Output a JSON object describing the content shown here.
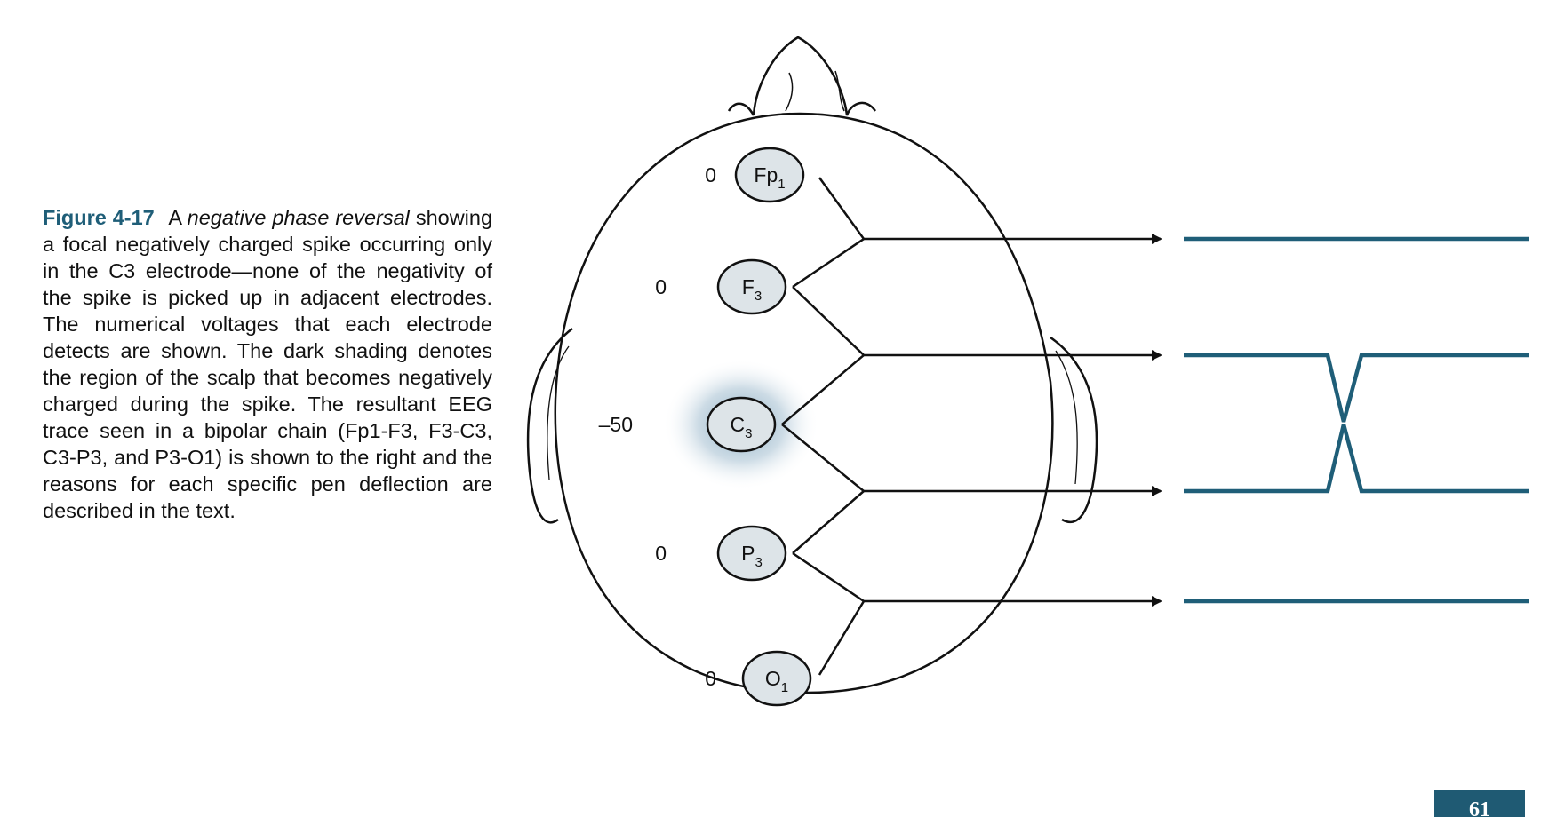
{
  "caption": {
    "figure_number": "Figure 4-17",
    "lead": "A",
    "italic_term": "negative phase reversal",
    "body": "showing a focal negatively charged spike occurring only in the C3 electrode—none of the negativity of the spike is picked up in adjacent electrodes. The numerical voltages that each electrode detects are shown. The dark shading denotes the region of the scalp that becomes negatively charged during the spike. The resultant EEG trace seen in a bipolar chain (Fp1-F3, F3-C3, C3-P3, and P3-O1) is shown to the right and the reasons for each specific pen deflection are described in the text."
  },
  "electrodes": [
    {
      "name": "Fp",
      "sub": "1",
      "voltage": "0"
    },
    {
      "name": "F",
      "sub": "3",
      "voltage": "0"
    },
    {
      "name": "C",
      "sub": "3",
      "voltage": "–50",
      "negative": true
    },
    {
      "name": "P",
      "sub": "3",
      "voltage": "0"
    },
    {
      "name": "O",
      "sub": "1",
      "voltage": "0"
    }
  ],
  "traces": [
    {
      "channel": "Fp1-F3",
      "deflection": "none"
    },
    {
      "channel": "F3-C3",
      "deflection": "down"
    },
    {
      "channel": "C3-P3",
      "deflection": "up"
    },
    {
      "channel": "P3-O1",
      "deflection": "none"
    }
  ],
  "colors": {
    "trace": "#1f5e78",
    "accent": "#1f5e78",
    "electrode_fill": "#dde4e8",
    "shading": "#5f8fae",
    "badge": "#1f5a73"
  },
  "page": {
    "number": "61"
  }
}
